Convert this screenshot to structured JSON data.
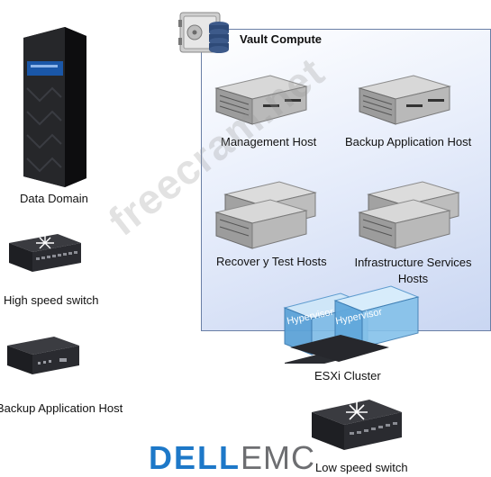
{
  "vault": {
    "title": "Vault Compute"
  },
  "labels": {
    "data_domain": "Data Domain",
    "high_speed_switch": "High speed switch",
    "backup_app_host_left": "Backup Application Host",
    "management_host": "Management Host",
    "backup_app_host_vault": "Backup Application Host",
    "recovery_test_hosts": "Recover y Test Hosts",
    "infra_services_hosts_line1": "Infrastructure Services",
    "infra_services_hosts_line2": "Hosts",
    "esxi_cluster": "ESXi Cluster",
    "hypervisor_1": "Hypervisor",
    "hypervisor_2": "Hypervisor",
    "low_speed_switch": "Low speed switch"
  },
  "watermark": "freecram.net",
  "logo": {
    "dell": "DELL",
    "emc": "EMC"
  },
  "colors": {
    "dell_blue": "#1d78c8",
    "emc_gray": "#6d6e71",
    "vault_fill": "#dbe4f7",
    "hypervisor": "#6fb3e0"
  },
  "icons": [
    "rack-server-icon",
    "switch-icon",
    "server-icon",
    "vault-safe-icon",
    "database-icon",
    "hypervisor-server-icon"
  ]
}
